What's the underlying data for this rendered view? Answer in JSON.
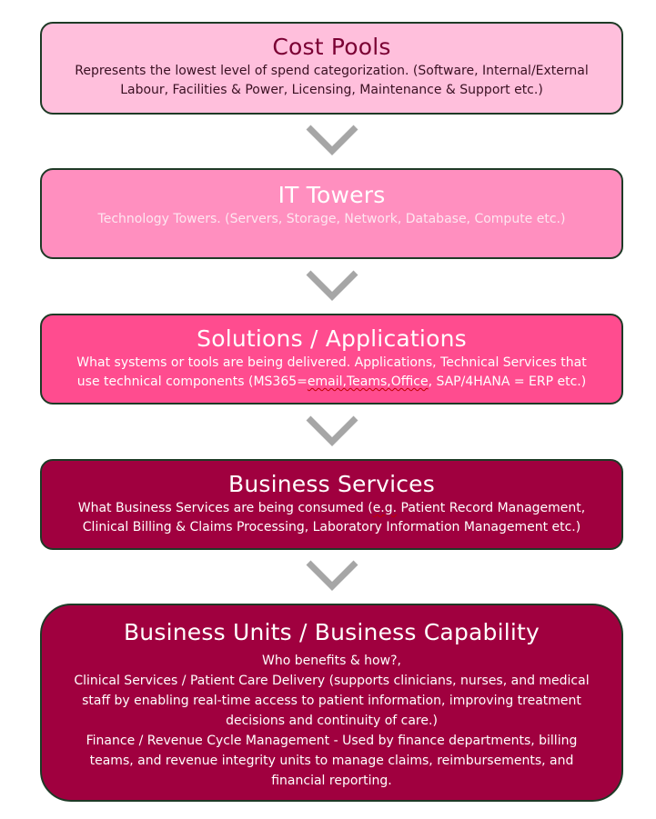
{
  "colors": {
    "cost_pools_fill": "#ffbfdc",
    "it_towers_fill": "#ff8fbf",
    "solutions_fill": "#ff4c8f",
    "business_services_fill": "#a0003f",
    "business_units_fill": "#a0003f",
    "connector_arrow": "#a6a6a6"
  },
  "boxes": [
    {
      "title": "Cost Pools",
      "lines": [
        "Represents the lowest level of spend categorization. (Software, Internal/External",
        "Labour, Facilities & Power, Licensing, Maintenance & Support etc.)"
      ]
    },
    {
      "title": "IT Towers",
      "lines": [
        "Technology Towers. (Servers, Storage, Network, Database, Compute etc.)"
      ]
    },
    {
      "title": "Solutions / Applications",
      "lines": [
        "What systems or tools are being delivered. Applications, Technical Services that"
      ],
      "line2_pre": "use technical components (MS365=",
      "line2_underlined": "email,Teams,Office",
      "line2_post": ", SAP/4HANA = ERP etc.)"
    },
    {
      "title": "Business Services",
      "line1_pre": "What Business Services are being consumed (",
      "line1_underlined": "e.g.",
      "line1_post": " Patient Record Management,",
      "lines": [
        "Clinical Billing & Claims Processing, Laboratory Information Management etc.)"
      ]
    },
    {
      "title": "Business Units / Business Capability",
      "lines": [
        "Who benefits & how?,",
        "Clinical Services / Patient Care Delivery (supports clinicians, nurses, and medical",
        "staff by enabling real-time access to patient information, improving treatment",
        "decisions and continuity of care.)",
        "Finance / Revenue Cycle Management - Used by finance departments, billing",
        "teams, and revenue integrity units to manage claims, reimbursements, and",
        "financial reporting."
      ]
    }
  ]
}
